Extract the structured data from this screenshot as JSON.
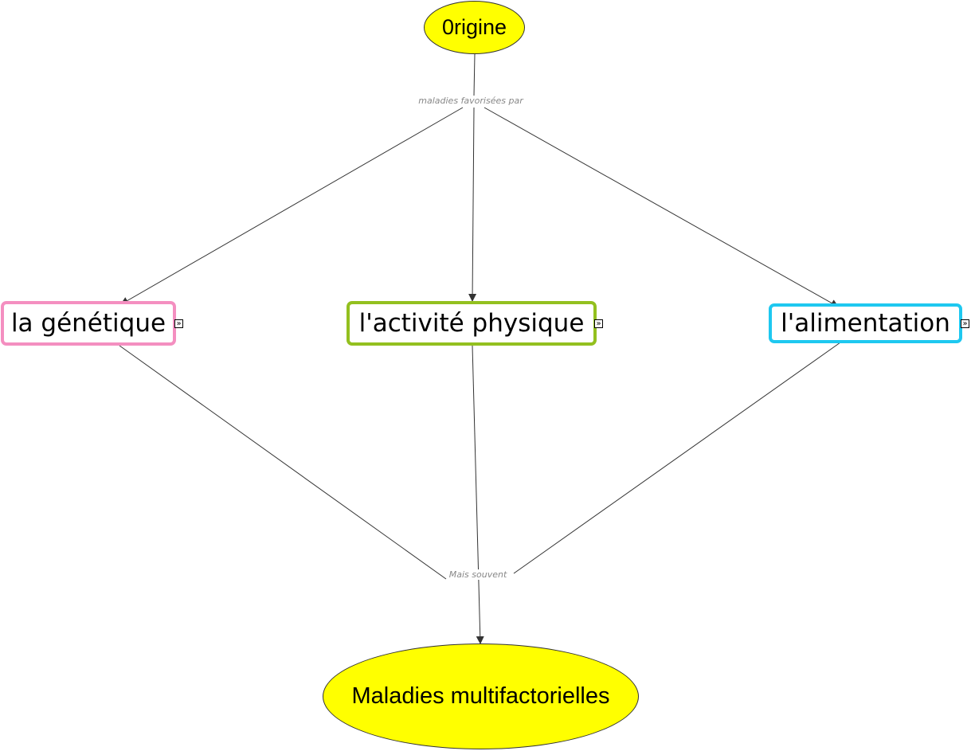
{
  "nodes": {
    "origine": {
      "label": "0rigine",
      "color": "#ffff00"
    },
    "genetique": {
      "label": "la génétique",
      "border": "#f48fc0"
    },
    "activite": {
      "label": "l'activité physique",
      "border": "#93c01f"
    },
    "alimentation": {
      "label": "l'alimentation",
      "border": "#1ec8f0"
    },
    "maladies": {
      "label": "Maladies multifactorielles",
      "color": "#ffff00"
    }
  },
  "links": {
    "favorisees": "maladies favorisées par",
    "souvent": "Mais souvent"
  },
  "expand_glyph": "»"
}
